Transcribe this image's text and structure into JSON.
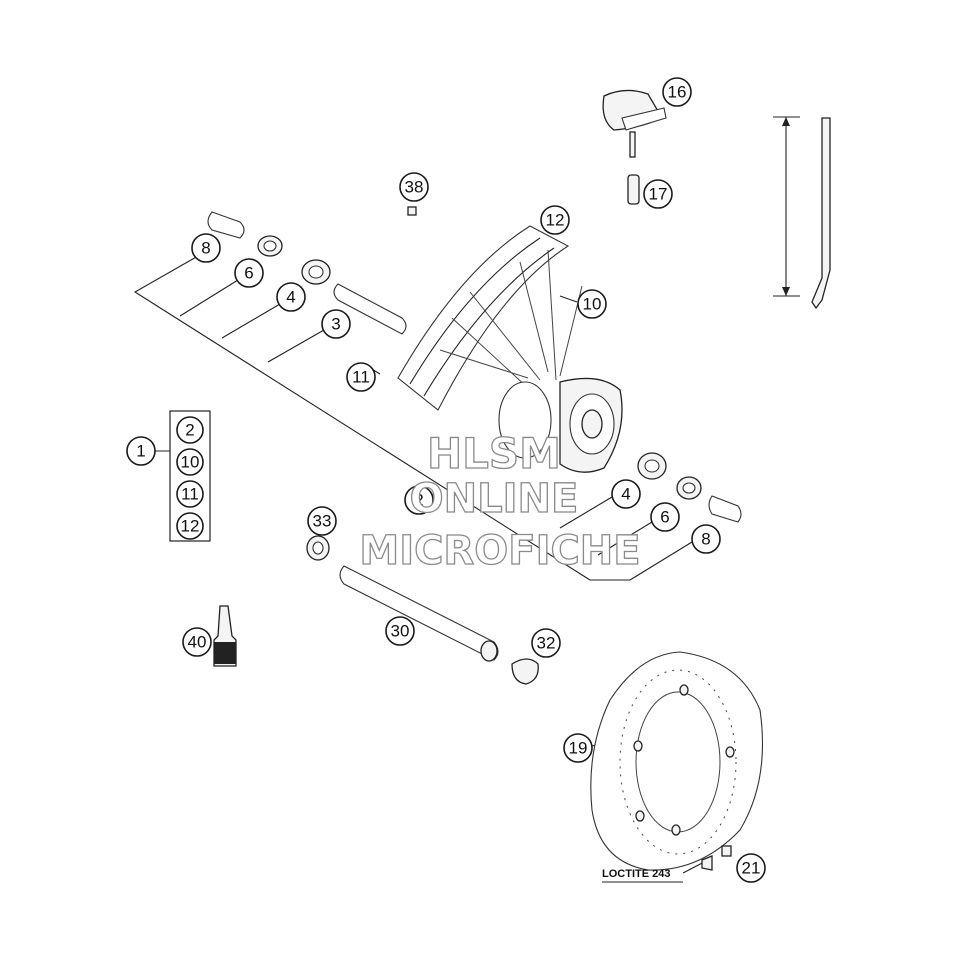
{
  "diagram": {
    "callouts": [
      {
        "id": "c16",
        "label": "16"
      },
      {
        "id": "c17",
        "label": "17"
      },
      {
        "id": "c38",
        "label": "38"
      },
      {
        "id": "c12",
        "label": "12"
      },
      {
        "id": "c8a",
        "label": "8"
      },
      {
        "id": "c6a",
        "label": "6"
      },
      {
        "id": "c4a",
        "label": "4"
      },
      {
        "id": "c3",
        "label": "3"
      },
      {
        "id": "c10",
        "label": "10"
      },
      {
        "id": "c11",
        "label": "11"
      },
      {
        "id": "c1",
        "label": "1"
      },
      {
        "id": "c2b",
        "label": "2"
      },
      {
        "id": "c4b",
        "label": "4"
      },
      {
        "id": "c6b",
        "label": "6"
      },
      {
        "id": "c8b",
        "label": "8"
      },
      {
        "id": "c33",
        "label": "33"
      },
      {
        "id": "c30",
        "label": "30"
      },
      {
        "id": "c32",
        "label": "32"
      },
      {
        "id": "c40",
        "label": "40"
      },
      {
        "id": "c19",
        "label": "19"
      },
      {
        "id": "c21",
        "label": "21"
      }
    ],
    "kit_box": [
      "2",
      "10",
      "11",
      "12"
    ],
    "loctite_label": "LOCTITE 243",
    "watermark": [
      "HLSM",
      "ONLINE",
      "MICROFICHE"
    ]
  }
}
